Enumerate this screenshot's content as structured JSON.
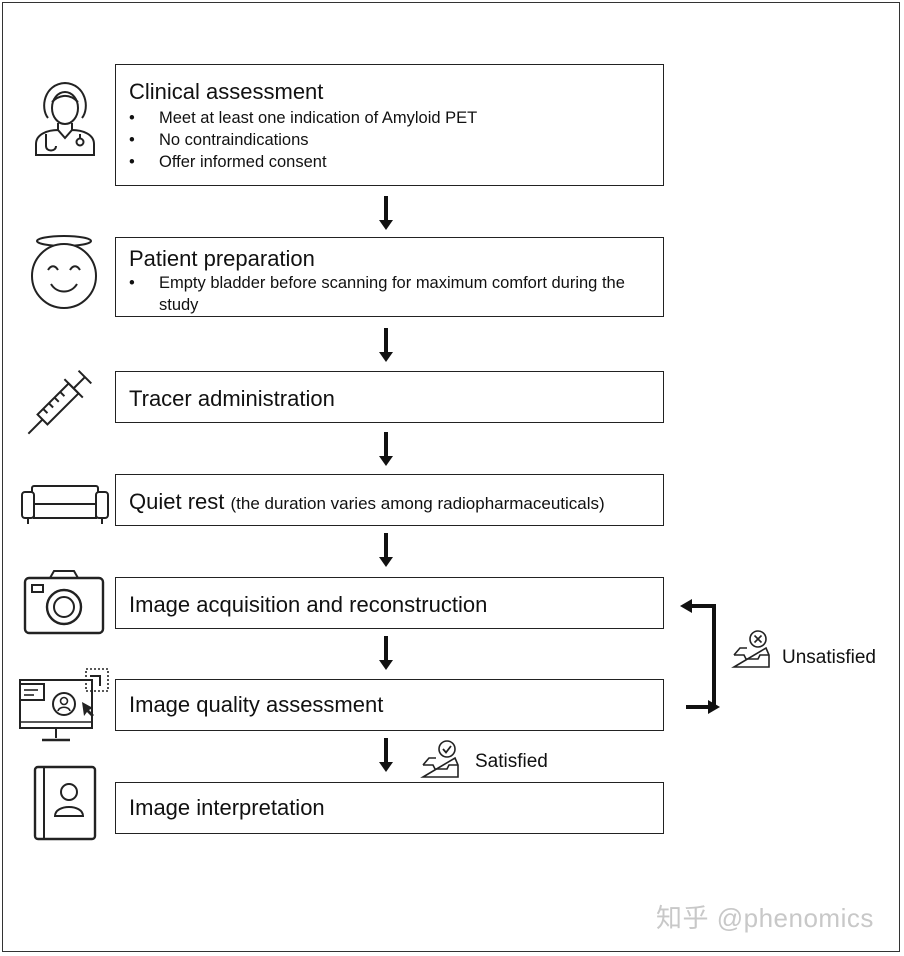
{
  "steps": [
    {
      "title": "Clinical assessment",
      "bullets": [
        "Meet at least one indication of Amyloid PET",
        "No contraindications",
        "Offer informed consent"
      ],
      "icon": "doctor-icon"
    },
    {
      "title": "Patient preparation",
      "bullets": [
        "Empty bladder before scanning for maximum comfort during the study"
      ],
      "icon": "smiley-face-icon"
    },
    {
      "title": "Tracer administration",
      "icon": "syringe-icon"
    },
    {
      "title": "Quiet rest",
      "subtitle": "(the duration varies among radiopharmaceuticals)",
      "icon": "sofa-icon"
    },
    {
      "title": "Image acquisition and reconstruction",
      "icon": "camera-icon"
    },
    {
      "title": "Image quality assessment",
      "icon": "monitor-icon"
    },
    {
      "title": "Image interpretation",
      "icon": "contact-book-icon"
    }
  ],
  "feedback": {
    "unsatisfied_label": "Unsatisfied",
    "unsatisfied_icon": "inbox-x-icon",
    "satisfied_label": "Satisfied",
    "satisfied_icon": "inbox-check-icon"
  },
  "watermark": "知乎 @phenomics",
  "colors": {
    "line": "#222222",
    "box_border": "#222222",
    "watermark": "#c8c8c8"
  }
}
